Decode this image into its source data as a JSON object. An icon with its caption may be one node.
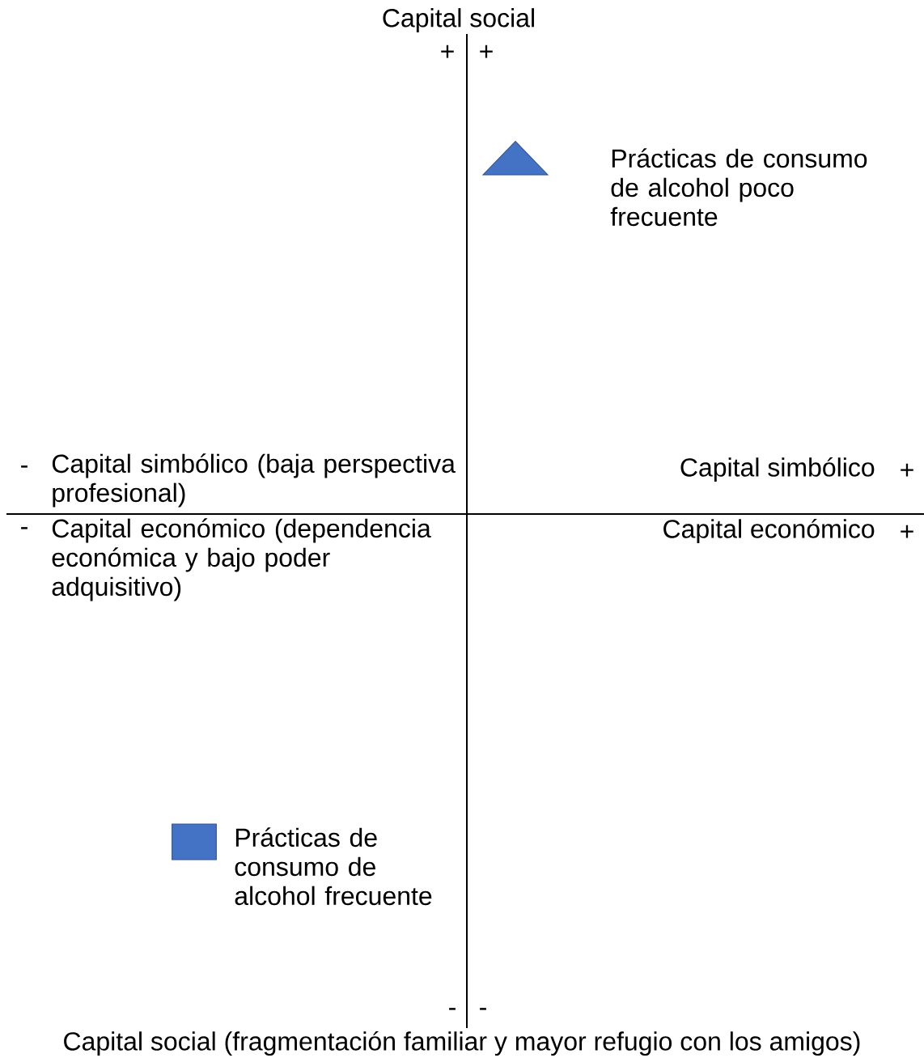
{
  "diagram": {
    "nodes": [
      {
        "text": [],
        "shape": "triangle",
        "beside": [
          "Prácticas de consumo de alcohol poco frecuente"
        ]
      },
      {
        "text": [],
        "shape": "box",
        "beside": [
          "Prácticas de consumo de alcohol frecuente"
        ]
      }
    ],
    "labels": [
      "Capital social",
      "+",
      "+",
      "-",
      "Capital simbólico (baja perspectiva profesional)",
      "Capital simbólico",
      "+",
      "-",
      "Capital económico (dependencia económica y bajo poder adquisitivo)",
      "Capital económico",
      "+",
      "-",
      "-",
      "Capital social (fragmentación familiar y mayor refugio con los amigos)"
    ]
  }
}
